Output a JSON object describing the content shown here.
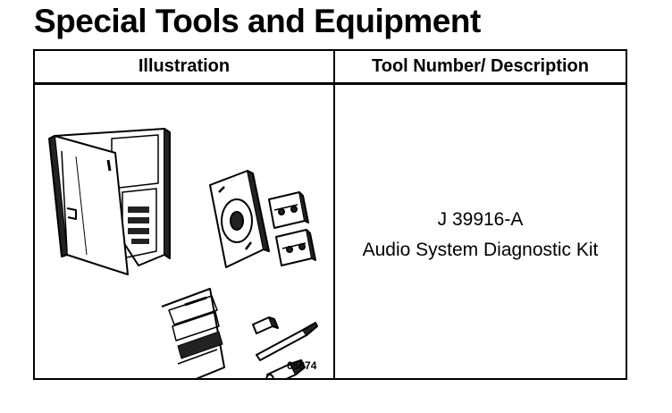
{
  "page": {
    "title": "Special Tools and Equipment"
  },
  "table": {
    "headers": {
      "illustration": "Illustration",
      "description": "Tool Number/ Description"
    },
    "rows": [
      {
        "figure_number": "65874",
        "tool_number": "J 39916-A",
        "tool_name": "Audio System Diagnostic Kit"
      }
    ]
  }
}
